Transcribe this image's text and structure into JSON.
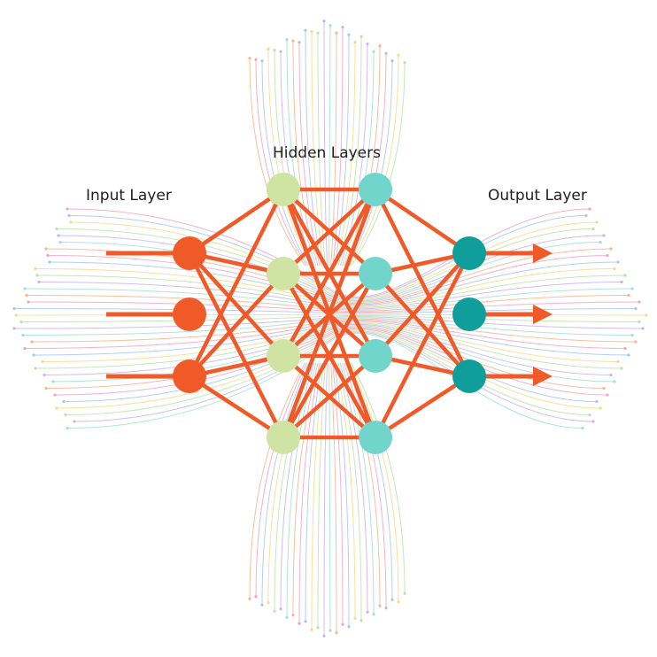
{
  "diagram": {
    "labels": {
      "input": "Input Layer",
      "hidden": "Hidden Layers",
      "output": "Output Layer"
    },
    "layers": [
      {
        "id": "input",
        "nodes": 3,
        "color": "#f05a28"
      },
      {
        "id": "hidden1",
        "nodes": 4,
        "color": "#cfe3a3"
      },
      {
        "id": "hidden2",
        "nodes": 4,
        "color": "#72d5cc"
      },
      {
        "id": "output",
        "nodes": 3,
        "color": "#0f9e9a"
      }
    ],
    "connection_color": "#f05a28",
    "background_line_colors": [
      "#f4a3c4",
      "#a7c6f2",
      "#f7d98a",
      "#b9e4a8",
      "#c9b3ef",
      "#9fe0d8",
      "#f6b58b"
    ]
  }
}
